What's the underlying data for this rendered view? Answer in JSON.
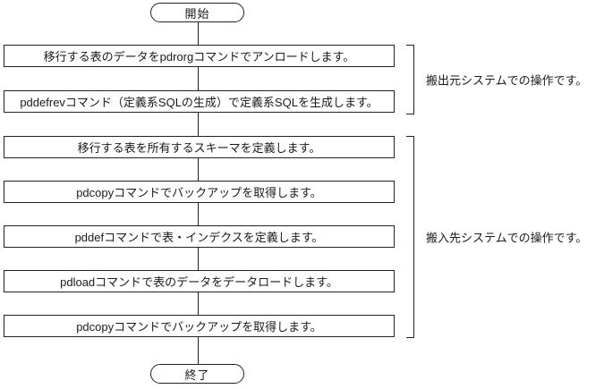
{
  "diagram": {
    "start_label": "開始",
    "end_label": "終了",
    "steps": [
      {
        "label": "移行する表のデータをpdrorgコマンドでアンロードします。"
      },
      {
        "label": "pddefrevコマンド（定義系SQLの生成）で定義系SQLを生成します。"
      },
      {
        "label": "移行する表を所有するスキーマを定義します。"
      },
      {
        "label": "pdcopyコマンドでバックアップを取得します。"
      },
      {
        "label": "pddefコマンドで表・インデクスを定義します。"
      },
      {
        "label": "pdloadコマンドで表のデータをデータロードします。"
      },
      {
        "label": "pdcopyコマンドでバックアップを取得します。"
      }
    ],
    "groups": [
      {
        "label": "搬出元システムでの操作です。",
        "spans_steps": [
          1,
          2
        ]
      },
      {
        "label": "搬入先システムでの操作です。",
        "spans_steps": [
          3,
          7
        ]
      }
    ],
    "colors": {
      "line": "#222222",
      "text": "#1a1a1a",
      "background": "#ffffff"
    }
  }
}
